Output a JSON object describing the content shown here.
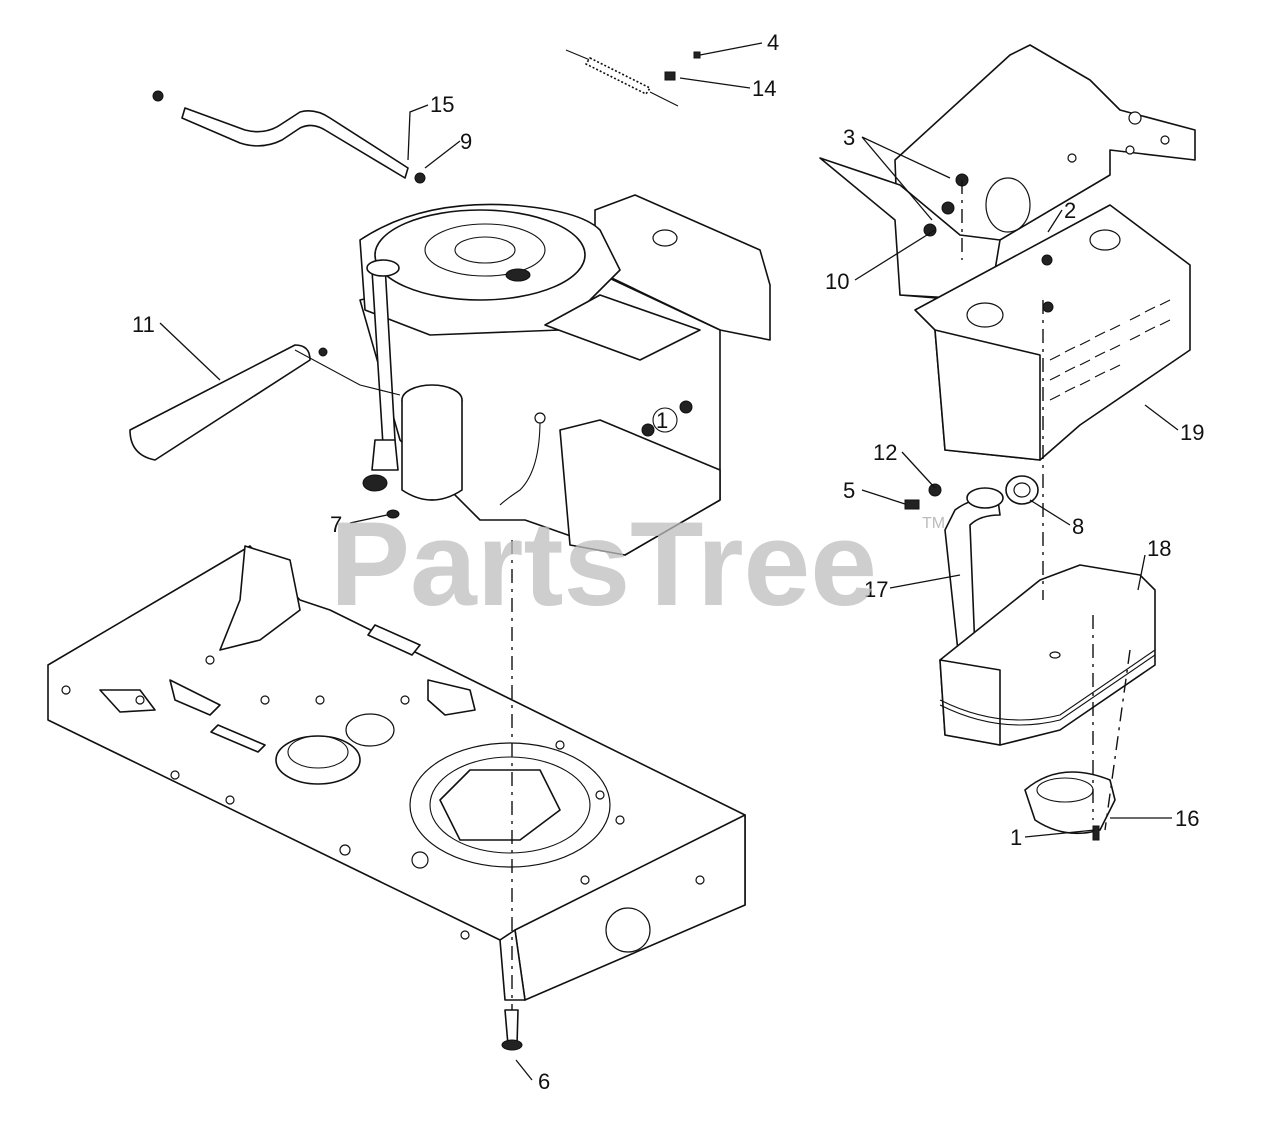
{
  "watermark": {
    "text": "PartsTree",
    "trademark": "TM"
  },
  "callouts": [
    {
      "id": "c1",
      "label": "1"
    },
    {
      "id": "c2",
      "label": "2"
    },
    {
      "id": "c3",
      "label": "3"
    },
    {
      "id": "c4",
      "label": "4"
    },
    {
      "id": "c5",
      "label": "5"
    },
    {
      "id": "c6",
      "label": "6"
    },
    {
      "id": "c7",
      "label": "7"
    },
    {
      "id": "c8",
      "label": "8"
    },
    {
      "id": "c9",
      "label": "9"
    },
    {
      "id": "c10",
      "label": "10"
    },
    {
      "id": "c11",
      "label": "11"
    },
    {
      "id": "c12",
      "label": "12"
    },
    {
      "id": "c14",
      "label": "14"
    },
    {
      "id": "c15",
      "label": "15"
    },
    {
      "id": "c16",
      "label": "16"
    },
    {
      "id": "c17",
      "label": "17"
    },
    {
      "id": "c18",
      "label": "18"
    },
    {
      "id": "c19",
      "label": "19"
    }
  ],
  "engine_marker": "1"
}
